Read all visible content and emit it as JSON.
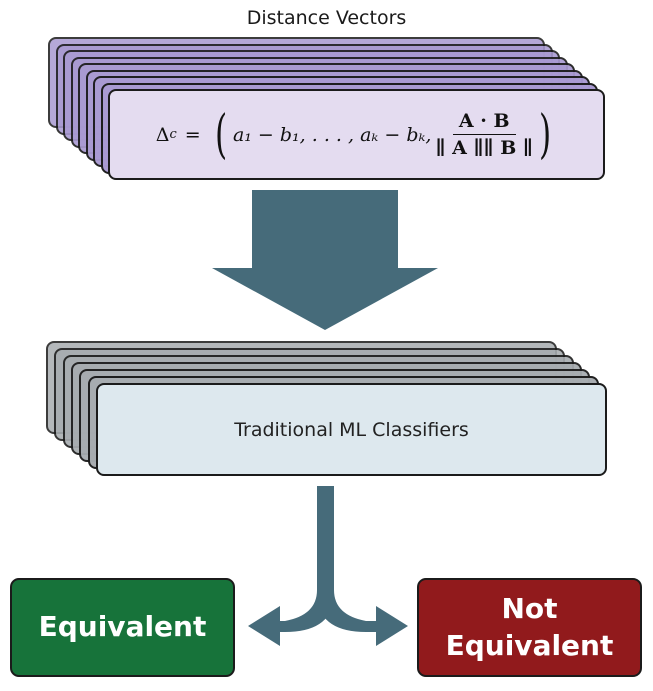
{
  "title": "Distance Vectors",
  "formula": {
    "lhs": "Δ",
    "lhs_sub": "c",
    "eq": "=",
    "terms": "a₁ − b₁, . . . , aₖ − bₖ,",
    "numerator": "A · B",
    "denominator": "∥ A ∥∥ B ∥"
  },
  "classifier_label": "Traditional ML Classifiers",
  "outputs": {
    "left": {
      "label": "Equivalent",
      "color": "#17733a"
    },
    "right": {
      "line1": "Not",
      "line2": "Equivalent",
      "color": "#911a1c"
    }
  },
  "colors": {
    "vector_card": "#e4dcf0",
    "vector_card_back": "#a99ad2",
    "classifier_card": "#dde8ee",
    "classifier_card_back": "#a7acb0",
    "arrow": "#466b7a"
  }
}
